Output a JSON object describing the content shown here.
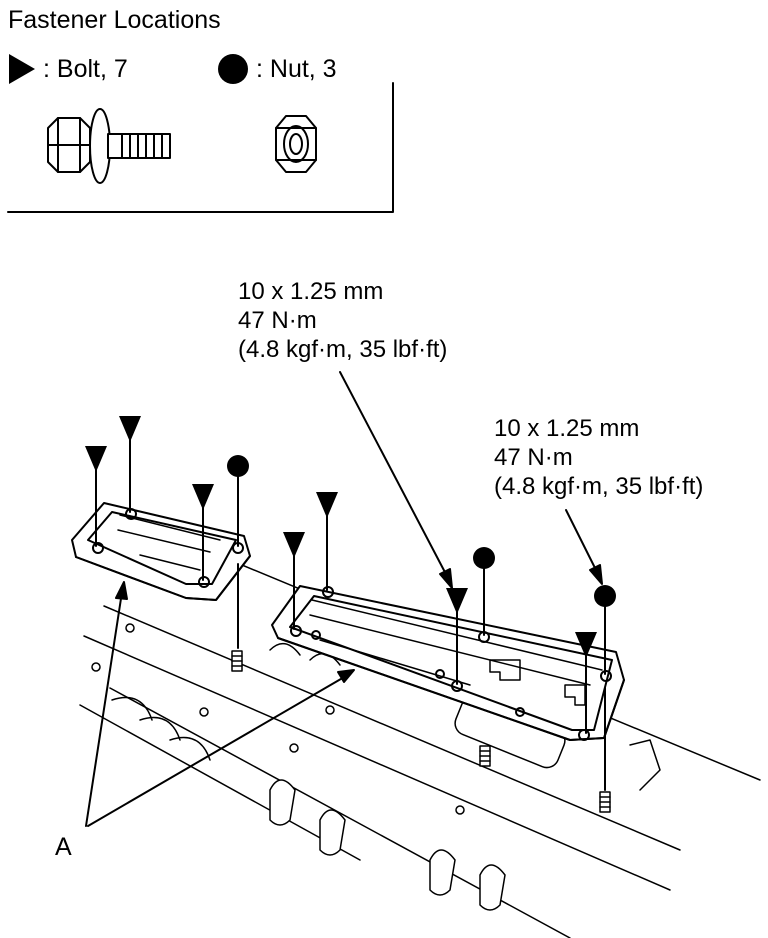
{
  "header": {
    "title": "Fastener Locations"
  },
  "legend": {
    "bolt_label": ": Bolt, 7",
    "nut_label": ": Nut, 3"
  },
  "specs": [
    {
      "size": "10 x 1.25 mm",
      "torque": "47 N·m",
      "alt": "(4.8 kgf·m, 35 lbf·ft)"
    },
    {
      "size": "10 x 1.25 mm",
      "torque": "47 N·m",
      "alt": "(4.8 kgf·m, 35 lbf·ft)"
    }
  ],
  "callout": {
    "label": "A"
  },
  "icons": {
    "bolt": "triangle-marker-icon",
    "nut": "circle-marker-icon"
  }
}
